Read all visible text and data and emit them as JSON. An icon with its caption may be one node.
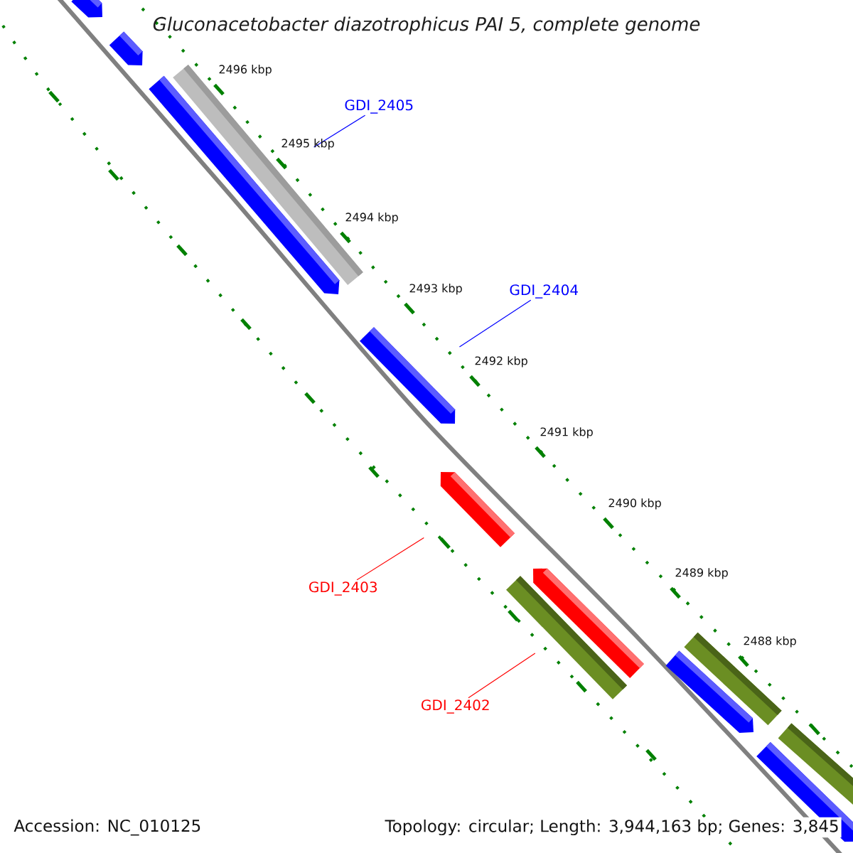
{
  "diagram": {
    "title": "Gluconacetobacter diazotrophicus PAI 5, complete genome",
    "nodes": [
      {
        "text": [
          "GDI_2405"
        ]
      },
      {
        "text": [
          "GDI_2404"
        ]
      },
      {
        "text": [
          "GDI_2403"
        ]
      },
      {
        "text": [
          "GDI_2402"
        ]
      },
      {
        "text": [],
        "shape": "bar"
      },
      {
        "text": [],
        "shape": "bar"
      },
      {
        "text": [],
        "shape": "bar"
      },
      {
        "text": [],
        "shape": "bar"
      },
      {
        "text": [],
        "shape": "bar"
      },
      {
        "text": [],
        "shape": "bar"
      },
      {
        "text": [],
        "shape": "bar"
      },
      {
        "text": [],
        "shape": "bar"
      },
      {
        "text": [],
        "shape": "bar"
      },
      {
        "text": [],
        "shape": "bar"
      },
      {
        "text": [],
        "shape": "bar"
      },
      {
        "text": [],
        "shape": "bar"
      }
    ],
    "edges": [
      {
        "from": 0,
        "to": 7,
        "arrow": "none",
        "color": "#0000ff"
      },
      {
        "from": 1,
        "to": 8,
        "arrow": "none",
        "color": "#0000ff"
      },
      {
        "from": 2,
        "to": 9,
        "arrow": "none",
        "color": "#ff0000"
      },
      {
        "from": 3,
        "to": 10,
        "arrow": "none",
        "color": "#ff0000"
      }
    ],
    "labels": [
      "2496 kbp",
      "2495 kbp",
      "2494 kbp",
      "2493 kbp",
      "2492 kbp",
      "2491 kbp",
      "2490 kbp",
      "2489 kbp",
      "2488 kbp",
      "Accession: NC_010125",
      "Topology: circular; Length: 3,944,163 bp; Genes: 3,845"
    ]
  }
}
